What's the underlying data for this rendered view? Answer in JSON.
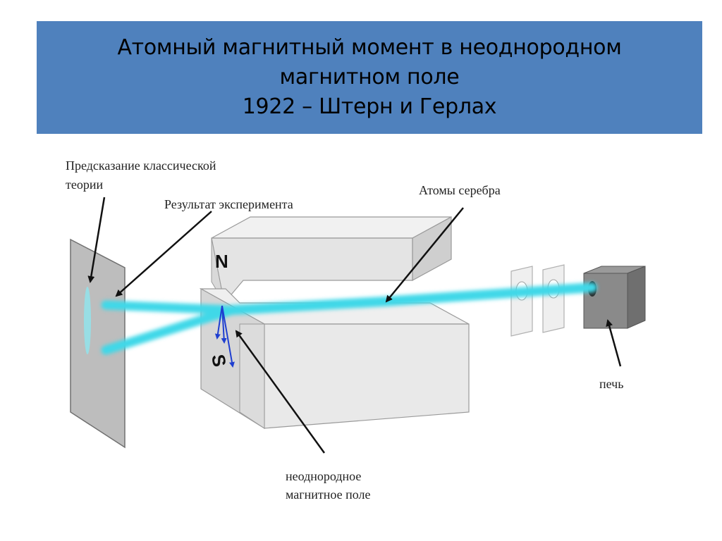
{
  "slide": {
    "title_lines": [
      "Атомный магнитный момент в неоднородном",
      "магнитном поле",
      "1922 – Штерн и Герлах"
    ]
  },
  "labels": {
    "classical_prediction_1": "Предсказание классической",
    "classical_prediction_2": "теории",
    "experiment_result": "Результат эксперимента",
    "silver_atoms": "Атомы серебра",
    "oven": "печь",
    "field_1": "неоднородное",
    "field_2": "магнитное поле",
    "pole_n": "N",
    "pole_s": "S"
  },
  "colors": {
    "title_bg": "#4f81bd",
    "beam": "#3fd8e8",
    "arrow_blue": "#1f3fd0"
  }
}
